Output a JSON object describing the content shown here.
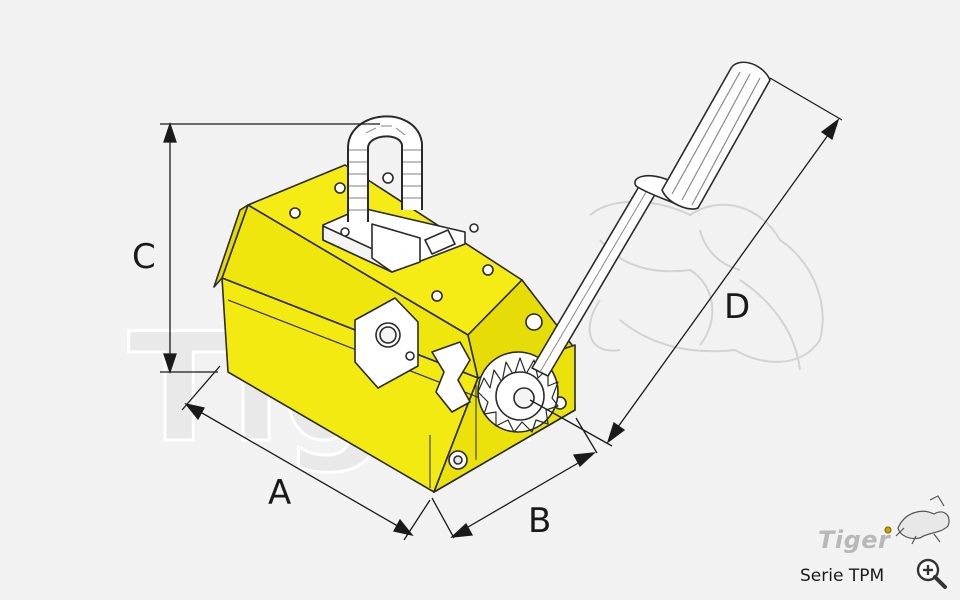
{
  "diagram": {
    "dimension_labels": {
      "a": "A",
      "b": "B",
      "c": "C",
      "d": "D"
    },
    "watermark_text": "Tiger",
    "colors": {
      "body": "#f2ea10",
      "body_dark": "#e2d900",
      "outline": "#2a2a2a",
      "background": "#f2f2f2"
    }
  },
  "footer": {
    "brand": "Tiger",
    "series": "Serie TPM",
    "zoom_icon": "zoom-in-icon"
  }
}
